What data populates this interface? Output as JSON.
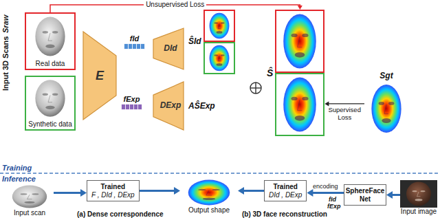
{
  "diagram": {
    "nodes": [
      {
        "text": [
          "Real data"
        ]
      },
      {
        "text": [
          "Synthetic data"
        ]
      },
      {
        "text": [
          "E"
        ]
      },
      {
        "text": [
          "fId"
        ]
      },
      {
        "text": [
          "fExp"
        ]
      },
      {
        "text": [
          "DId"
        ]
      },
      {
        "text": [
          "DExp"
        ]
      },
      {
        "text": [
          "ŜId"
        ]
      },
      {
        "text": [
          "Ŝ"
        ]
      },
      {
        "text": [
          "Sgt"
        ]
      },
      {
        "text": [
          "Input scan"
        ]
      },
      {
        "text": [
          "Trained",
          "F , DId , DExp"
        ]
      },
      {
        "text": [
          "Output shape"
        ]
      },
      {
        "text": [
          "Trained",
          "DId , DExp"
        ]
      },
      {
        "text": [
          "SphereFace Net"
        ]
      },
      {
        "text": [
          "Input image"
        ]
      }
    ],
    "edges": [
      {
        "from": 0,
        "to": 8,
        "label": "Unsupervised Loss",
        "arrow": "to"
      },
      {
        "from": 9,
        "to": 8,
        "label": "Supervised Loss",
        "arrow": "to"
      },
      {
        "from": 10,
        "to": 11,
        "arrow": "to"
      },
      {
        "from": 11,
        "to": 12,
        "arrow": "to"
      },
      {
        "from": 13,
        "to": 12,
        "arrow": "to"
      },
      {
        "from": 14,
        "to": 13,
        "label": "encoding",
        "arrow": "to"
      },
      {
        "from": 15,
        "to": 14,
        "arrow": "to"
      }
    ],
    "labels": [
      "Input 3D Scans",
      "Sraw",
      "AŜExp",
      "Training",
      "Inference",
      "fId",
      "fExp",
      "(a) Dense correspondence",
      "(b) 3D face reconstruction"
    ]
  }
}
